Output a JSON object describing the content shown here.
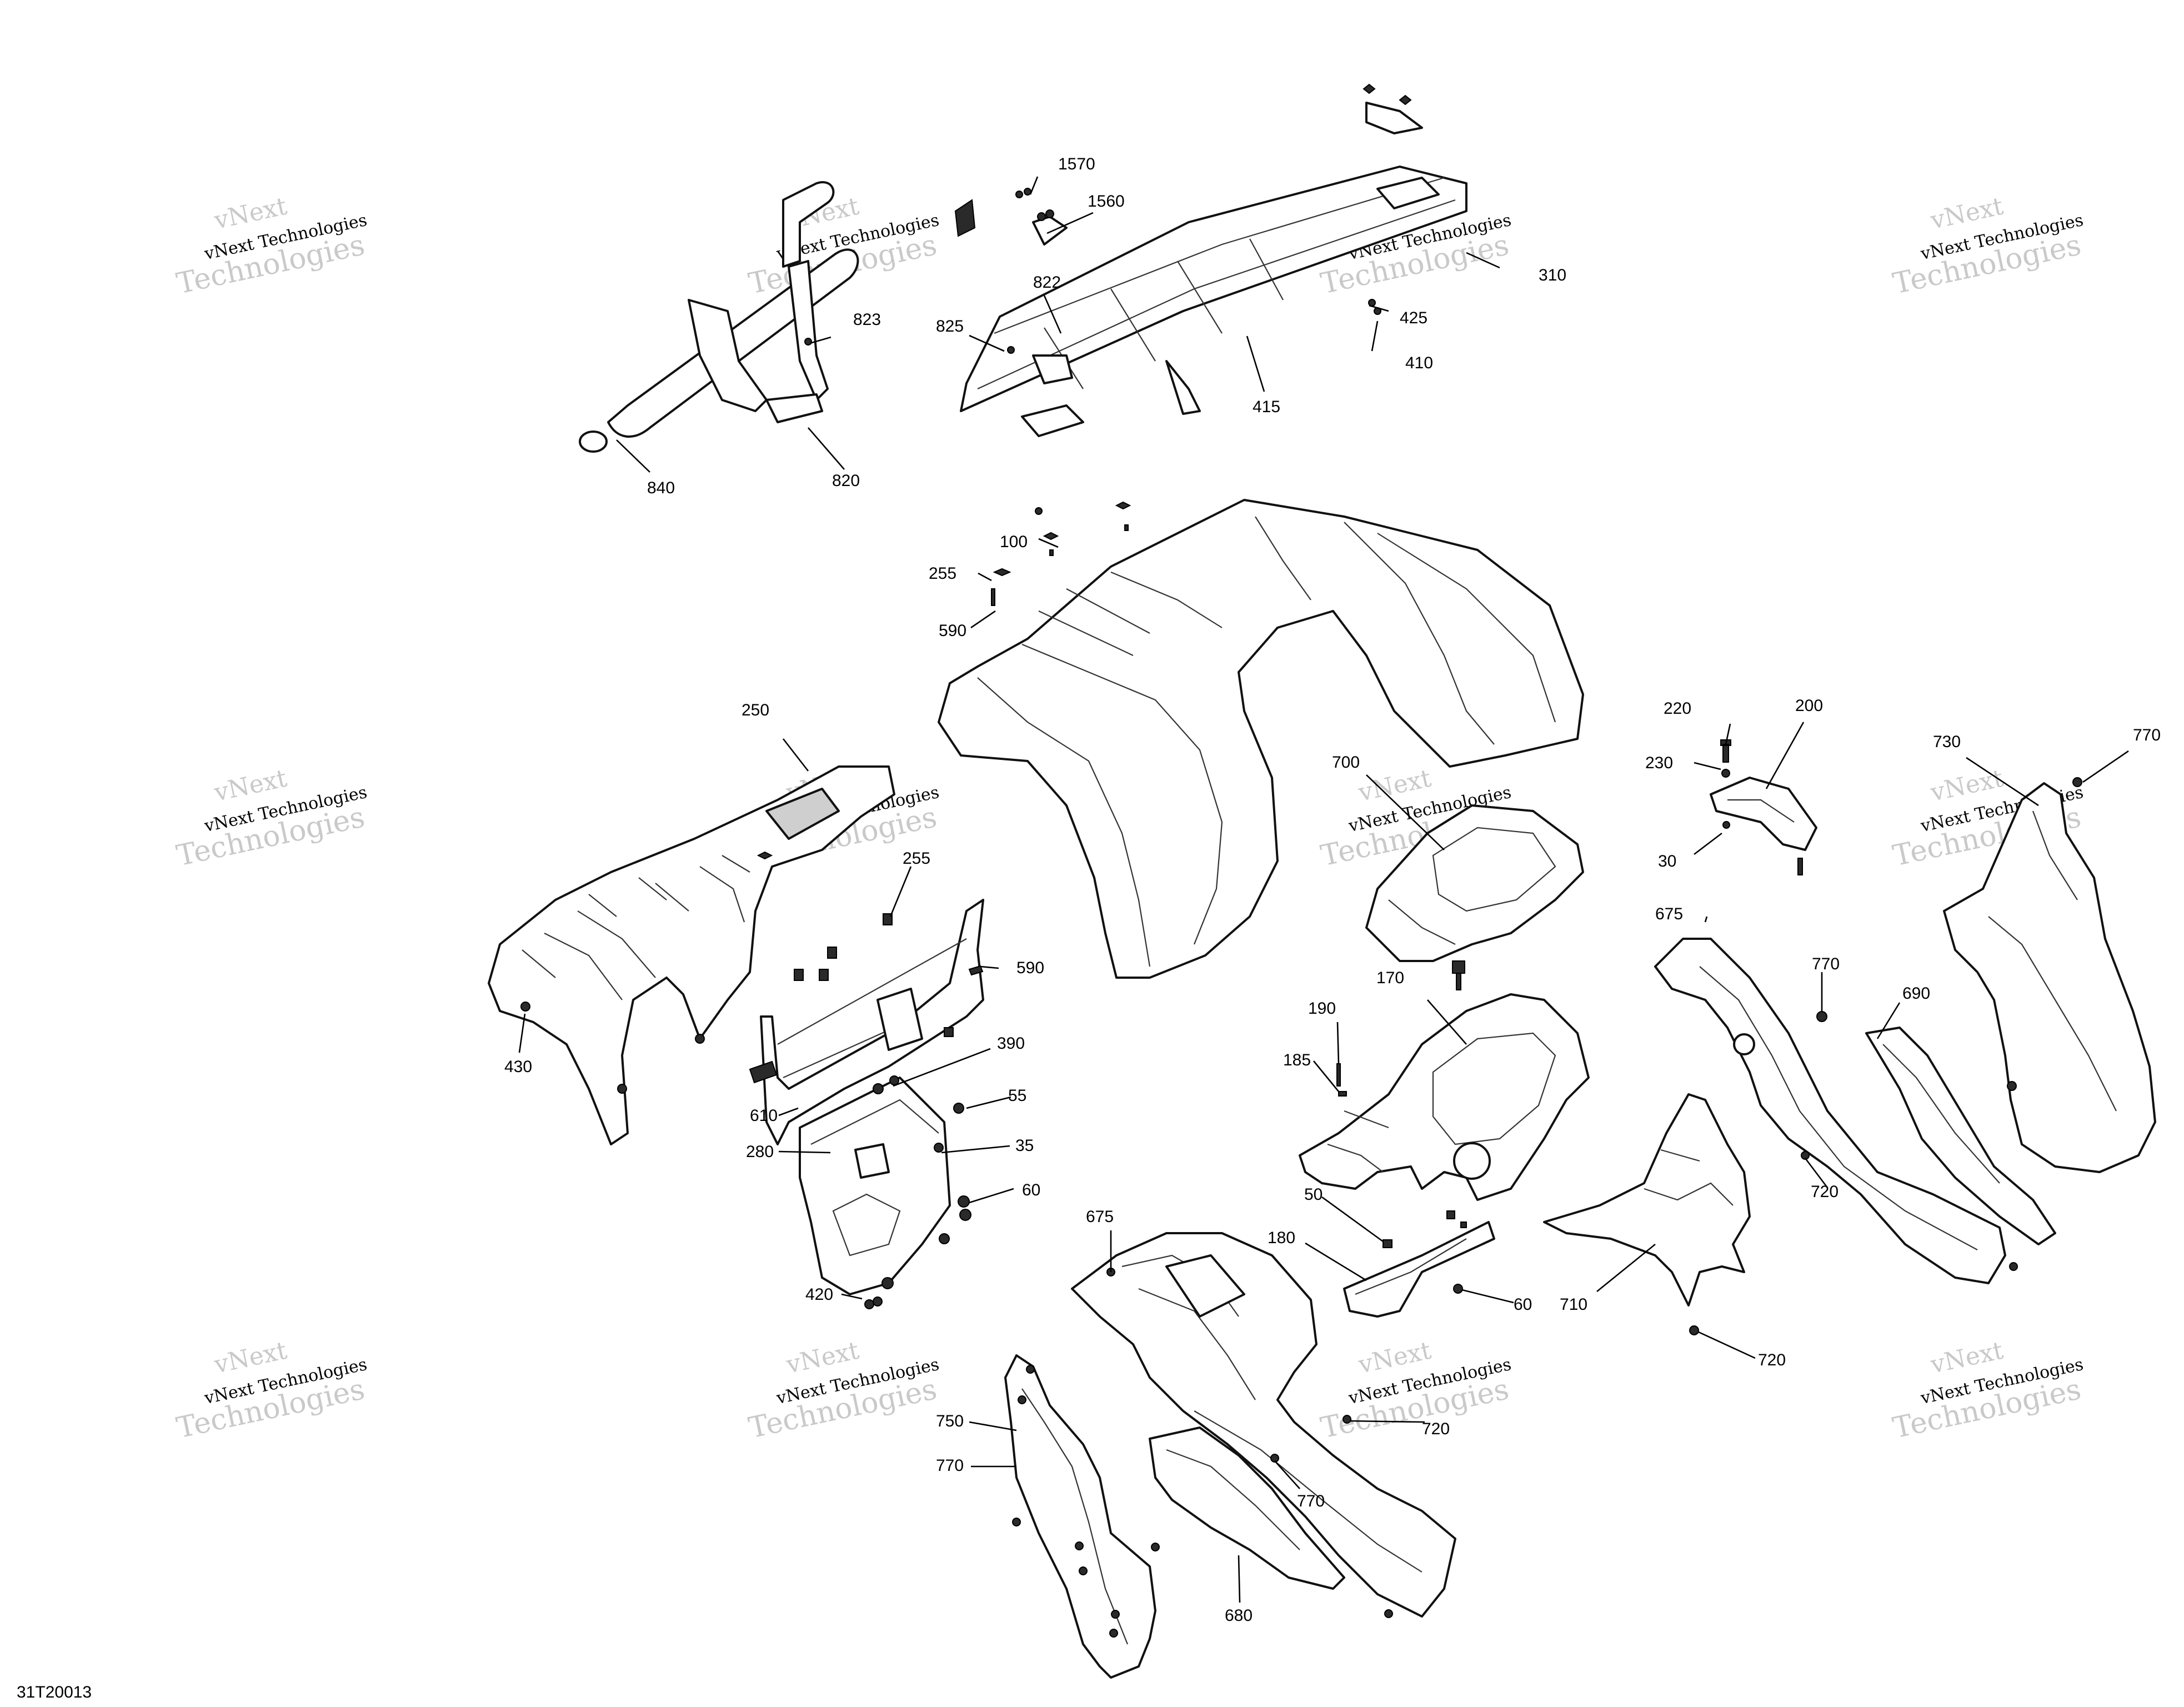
{
  "figure_code": "31T20013",
  "watermark": {
    "line1": "vNext Technologies",
    "line2": "Technologies",
    "prefix": "vNext"
  },
  "callouts": [
    "1570",
    "1560",
    "822",
    "823",
    "825",
    "840",
    "820",
    "310",
    "425",
    "410",
    "415",
    "100",
    "255",
    "590",
    "250",
    "255",
    "590",
    "430",
    "390",
    "55",
    "610",
    "280",
    "35",
    "60",
    "420",
    "700",
    "220",
    "200",
    "230",
    "30",
    "730",
    "770",
    "675",
    "770",
    "690",
    "170",
    "190",
    "185",
    "720",
    "50",
    "180",
    "60",
    "710",
    "720",
    "675",
    "750",
    "770",
    "770",
    "720",
    "680"
  ]
}
